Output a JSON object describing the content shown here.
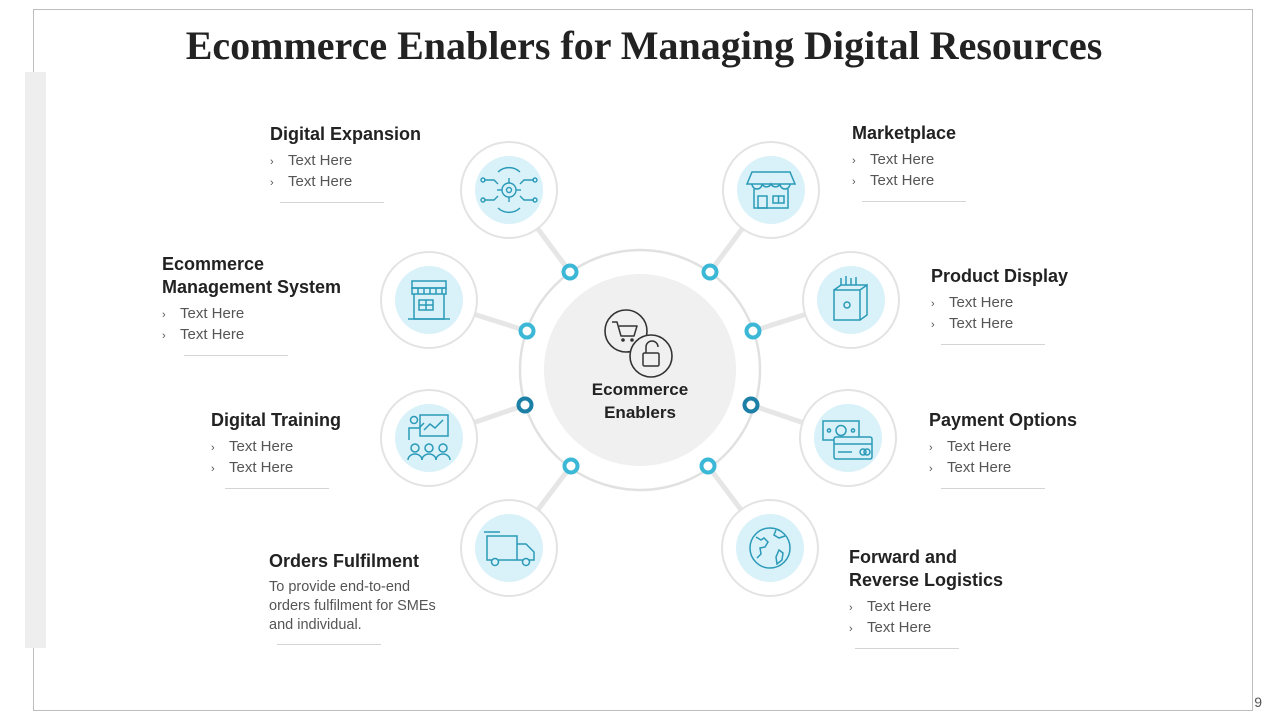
{
  "title": "Ecommerce Enablers for Managing Digital Resources",
  "page_number": "9",
  "hub": {
    "line1": "Ecommerce",
    "line2": "Enablers",
    "icons": [
      "cart-icon",
      "unlock-icon"
    ]
  },
  "colors": {
    "accent_light": "#3bb8d6",
    "accent_dark": "#1b7fa6",
    "icon_fill": "#d9f1f8",
    "icon_stroke": "#2a9ab8",
    "ring": "#e3e3e3",
    "hub_fill": "#f0f0f0"
  },
  "blocks": [
    {
      "id": "digital-expansion",
      "title": "Digital Expansion",
      "bullets": [
        "Text Here",
        "Text Here"
      ],
      "icon": "network-gear-icon"
    },
    {
      "id": "marketplace",
      "title": "Marketplace",
      "bullets": [
        "Text Here",
        "Text Here"
      ],
      "icon": "storefront-icon"
    },
    {
      "id": "ecommerce-management-system",
      "title_line1": "Ecommerce",
      "title_line2": "Management System",
      "bullets": [
        "Text Here",
        "Text Here"
      ],
      "icon": "shop-icon"
    },
    {
      "id": "product-display",
      "title": "Product Display",
      "bullets": [
        "Text Here",
        "Text Here"
      ],
      "icon": "display-box-icon"
    },
    {
      "id": "digital-training",
      "title": "Digital Training",
      "bullets": [
        "Text Here",
        "Text Here"
      ],
      "icon": "presentation-icon"
    },
    {
      "id": "payment-options",
      "title": "Payment Options",
      "bullets": [
        "Text Here",
        "Text Here"
      ],
      "icon": "payment-cash-card-icon"
    },
    {
      "id": "orders-fulfilment",
      "title": "Orders Fulfilment",
      "description": "To provide end-to-end orders fulfilment  for SMEs and individual.",
      "icon": "truck-icon"
    },
    {
      "id": "forward-reverse-logistics",
      "title_line1": "Forward and",
      "title_line2": "Reverse Logistics",
      "bullets": [
        "Text Here",
        "Text Here"
      ],
      "icon": "globe-icon"
    }
  ]
}
